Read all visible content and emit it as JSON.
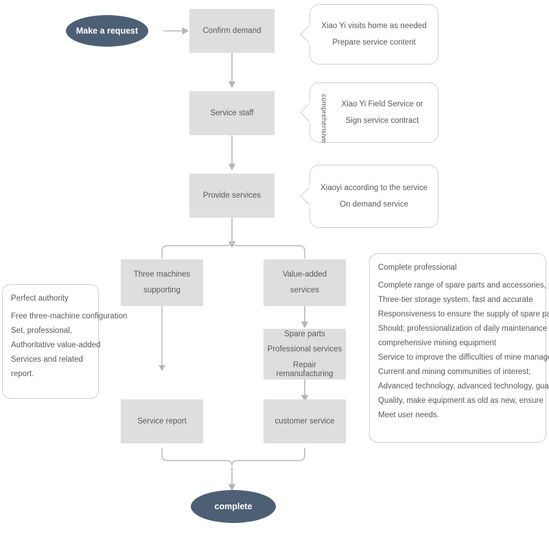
{
  "diagram": {
    "title": "Service process flowchart",
    "colors": {
      "terminator_fill": "#4d5f75",
      "terminator_text": "#ffffff",
      "process_fill": "#dedede",
      "process_text": "#595959",
      "connector": "#b5b5b5",
      "callout_border": "#cfcfcf",
      "background": "#ffffff"
    }
  },
  "nodes": {
    "start": {
      "label": "Make a request",
      "shape": "ellipse"
    },
    "confirm_demand": {
      "label": "Confirm demand",
      "shape": "rect"
    },
    "service_staff": {
      "label": "Service staff",
      "shape": "rect"
    },
    "provide_services": {
      "label": "Provide services",
      "shape": "rect"
    },
    "three_machines": {
      "lines": [
        "Three machines",
        "supporting"
      ],
      "shape": "rect"
    },
    "value_added": {
      "lines": [
        "Value-added",
        "services"
      ],
      "shape": "rect"
    },
    "spare_parts": {
      "lines": [
        "Spare parts",
        "Professional services",
        "Repair remanufacturing"
      ],
      "shape": "rect"
    },
    "service_report": {
      "label": "Service report",
      "shape": "rect"
    },
    "customer_service": {
      "label": "customer service",
      "shape": "rect"
    },
    "end": {
      "label": "complete",
      "shape": "ellipse"
    }
  },
  "callouts": {
    "callout_1": {
      "lines": [
        "Xiao Yi visits home as needed",
        "Prepare service content"
      ]
    },
    "callout_2": {
      "side_label": "comprehensive",
      "lines": [
        "Xiao Yi Field Service or",
        "Sign service contract"
      ]
    },
    "callout_3": {
      "lines": [
        "Xiaoyi according to the service",
        "On demand service"
      ]
    }
  },
  "panels": {
    "left_panel": {
      "title": "Perfect authority",
      "lines": [
        "Free three-machine configuration",
        "Set, professional,",
        "Authoritative value-added",
        "Services and related",
        "report."
      ]
    },
    "right_panel": {
      "title": "Complete professional",
      "lines": [
        "Complete range of spare parts and accessories, perfect",
        "Three-tier storage system, fast and accurate",
        "Responsiveness to ensure the supply of spare parts",
        "Should; professionalization of daily maintenance of",
        "comprehensive mining equipment",
        "Service to improve the difficulties of mine management",
        "Current and mining communities of interest;",
        "Advanced technology, advanced technology, guarantee",
        "Quality, make equipment as old as new, ensure",
        "Meet user needs."
      ]
    }
  }
}
